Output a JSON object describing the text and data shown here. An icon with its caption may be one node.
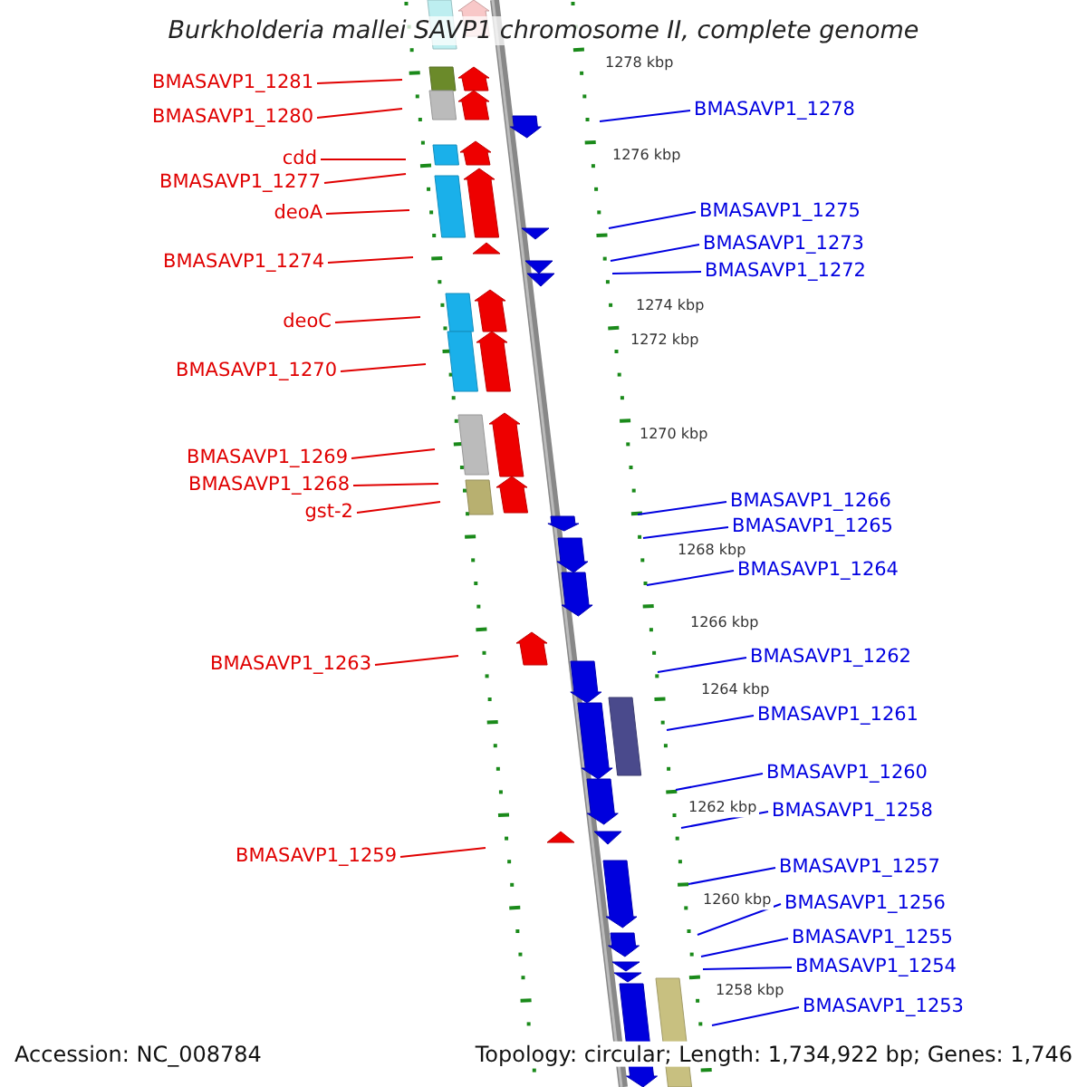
{
  "diagram": {
    "title": "Burkholderia mallei SAVP1 chromosome II, complete genome",
    "nodes": [
      {
        "text": [
          "BMASAVP1_1281"
        ]
      },
      {
        "text": [
          "BMASAVP1_1280"
        ]
      },
      {
        "text": [
          "cdd"
        ]
      },
      {
        "text": [
          "BMASAVP1_1277"
        ]
      },
      {
        "text": [
          "deoA"
        ]
      },
      {
        "text": [
          "BMASAVP1_1274"
        ]
      },
      {
        "text": [
          "deoC"
        ]
      },
      {
        "text": [
          "BMASAVP1_1270"
        ]
      },
      {
        "text": [
          "BMASAVP1_1269"
        ]
      },
      {
        "text": [
          "BMASAVP1_1268"
        ]
      },
      {
        "text": [
          "gst-2"
        ]
      },
      {
        "text": [
          "BMASAVP1_1263"
        ]
      },
      {
        "text": [
          "BMASAVP1_1259"
        ]
      },
      {
        "text": [
          "BMASAVP1_1278"
        ]
      },
      {
        "text": [
          "BMASAVP1_1275"
        ]
      },
      {
        "text": [
          "BMASAVP1_1273"
        ]
      },
      {
        "text": [
          "BMASAVP1_1272"
        ]
      },
      {
        "text": [
          "BMASAVP1_1266"
        ]
      },
      {
        "text": [
          "BMASAVP1_1265"
        ]
      },
      {
        "text": [
          "BMASAVP1_1264"
        ]
      },
      {
        "text": [
          "BMASAVP1_1262"
        ]
      },
      {
        "text": [
          "BMASAVP1_1261"
        ]
      },
      {
        "text": [
          "BMASAVP1_1260"
        ]
      },
      {
        "text": [
          "BMASAVP1_1258"
        ]
      },
      {
        "text": [
          "BMASAVP1_1257"
        ]
      },
      {
        "text": [
          "BMASAVP1_1256"
        ]
      },
      {
        "text": [
          "BMASAVP1_1255"
        ]
      },
      {
        "text": [
          "BMASAVP1_1254"
        ]
      },
      {
        "text": [
          "BMASAVP1_1253"
        ]
      }
    ],
    "edges": [
      {
        "from": 0,
        "to": null,
        "arrow": "none",
        "color": "#e00000"
      },
      {
        "from": 1,
        "to": null,
        "arrow": "none",
        "color": "#e00000"
      },
      {
        "from": 2,
        "to": null,
        "arrow": "none",
        "color": "#e00000"
      },
      {
        "from": 3,
        "to": null,
        "arrow": "none",
        "color": "#e00000"
      },
      {
        "from": 4,
        "to": null,
        "arrow": "none",
        "color": "#e00000"
      },
      {
        "from": 5,
        "to": null,
        "arrow": "none",
        "color": "#e00000"
      },
      {
        "from": 6,
        "to": null,
        "arrow": "none",
        "color": "#e00000"
      },
      {
        "from": 7,
        "to": null,
        "arrow": "none",
        "color": "#e00000"
      },
      {
        "from": 8,
        "to": null,
        "arrow": "none",
        "color": "#e00000"
      },
      {
        "from": 9,
        "to": null,
        "arrow": "none",
        "color": "#e00000"
      },
      {
        "from": 10,
        "to": null,
        "arrow": "none",
        "color": "#e00000"
      },
      {
        "from": 11,
        "to": null,
        "arrow": "none",
        "color": "#e00000"
      },
      {
        "from": 12,
        "to": null,
        "arrow": "none",
        "color": "#e00000"
      },
      {
        "from": 13,
        "to": null,
        "arrow": "none"
      },
      {
        "from": 14,
        "to": null,
        "arrow": "none"
      },
      {
        "from": 15,
        "to": null,
        "arrow": "none"
      },
      {
        "from": 16,
        "to": null,
        "arrow": "none"
      },
      {
        "from": 17,
        "to": null,
        "arrow": "none"
      },
      {
        "from": 18,
        "to": null,
        "arrow": "none"
      },
      {
        "from": 19,
        "to": null,
        "arrow": "none"
      },
      {
        "from": 20,
        "to": null,
        "arrow": "none"
      },
      {
        "from": 21,
        "to": null,
        "arrow": "none"
      },
      {
        "from": 22,
        "to": null,
        "arrow": "none"
      },
      {
        "from": 23,
        "to": null,
        "arrow": "none"
      },
      {
        "from": 24,
        "to": null,
        "arrow": "none"
      },
      {
        "from": 25,
        "to": null,
        "arrow": "none"
      },
      {
        "from": 26,
        "to": null,
        "arrow": "none"
      },
      {
        "from": 27,
        "to": null,
        "arrow": "none"
      },
      {
        "from": 28,
        "to": null,
        "arrow": "none"
      }
    ],
    "labels": [
      "1278 kbp",
      "1276 kbp",
      "1274 kbp",
      "1272 kbp",
      "1270 kbp",
      "1268 kbp",
      "1266 kbp",
      "1264 kbp",
      "1262 kbp",
      "1260 kbp",
      "1258 kbp",
      "Accession: NC_008784",
      "Topology: circular; Length: 1,734,922 bp; Genes: 1,746"
    ]
  }
}
